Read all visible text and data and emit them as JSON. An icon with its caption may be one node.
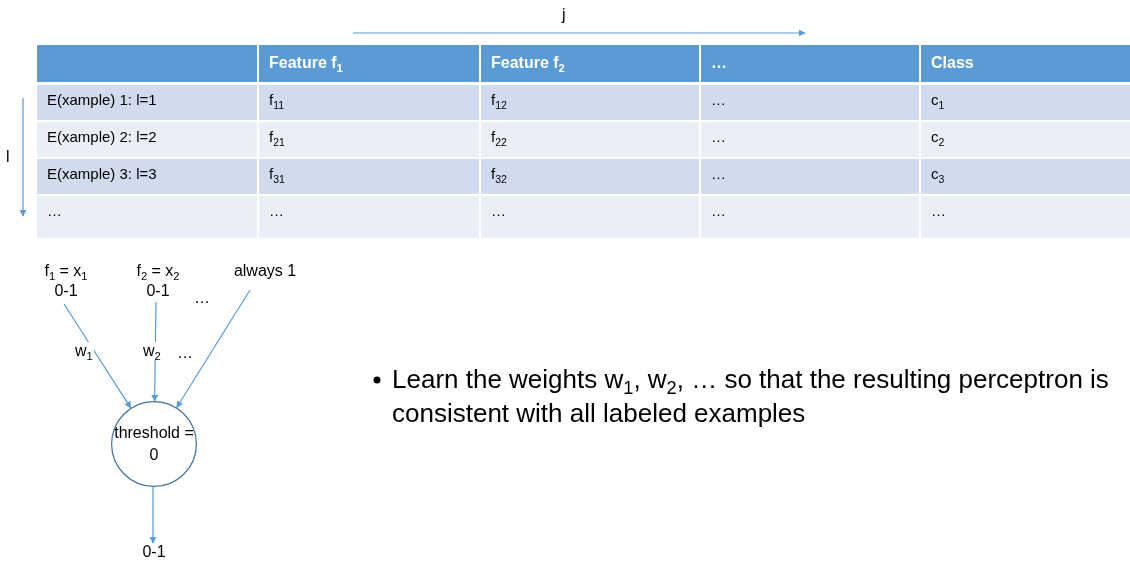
{
  "diagram": {
    "nodes": [
      {
        "text": [
          "f$_{1}$ = x$_{1}$",
          "0-1"
        ]
      },
      {
        "text": [
          "f$_{2}$ = x$_{2}$",
          "0-1"
        ]
      },
      {
        "text": [
          "always 1"
        ]
      },
      {
        "text": [
          "threshold = 0"
        ]
      },
      {
        "text": [
          "0-1"
        ]
      }
    ],
    "edges": [
      {
        "from": 0,
        "to": 3,
        "arrow": "to",
        "label": "w$_{1}$"
      },
      {
        "from": 1,
        "to": 3,
        "arrow": "to",
        "label": "w$_{2}$"
      },
      {
        "from": 2,
        "to": 3,
        "arrow": "to"
      },
      {
        "from": 3,
        "to": 4,
        "arrow": "to"
      }
    ],
    "labels": [
      "j",
      "Feature f$_{1}$",
      "Feature f$_{2}$",
      "…",
      "Class",
      "E(xample) 1: l=1",
      "f$_{11}$",
      "f$_{12}$",
      "…",
      "c$_{1}$",
      "E(xample) 2: l=2",
      "f$_{21}$",
      "f$_{22}$",
      "…",
      "c$_{2}$",
      "E(xample) 3: l=3",
      "f$_{31}$",
      "f$_{32}$",
      "…",
      "c$_{3}$",
      "…",
      "…",
      "…",
      "…",
      "…",
      "l",
      "…",
      "…",
      "Learn the weights w$_{1}$, w$_{2}$, … so that the resulting perceptron is consistent with all labeled examples"
    ]
  }
}
